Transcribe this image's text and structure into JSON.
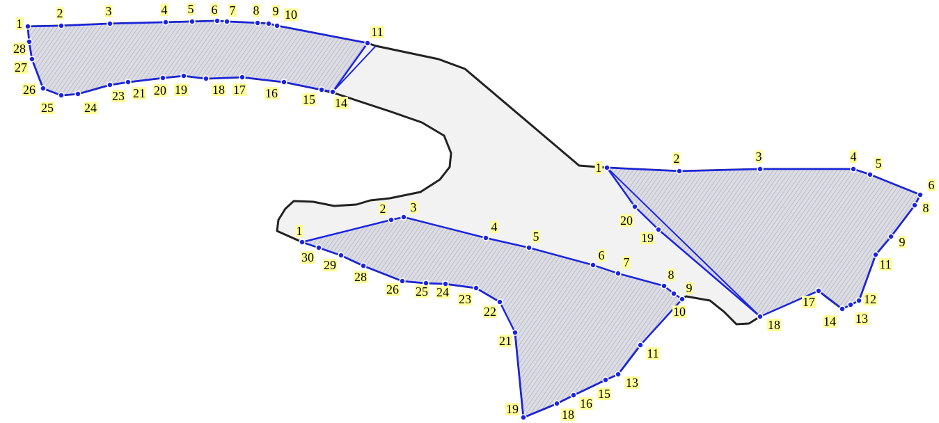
{
  "colors": {
    "outline_stroke": "#222222",
    "outline_fill": "#f2f2f2",
    "region_stroke": "#1a24e0",
    "region_hatch_bg": "#dcdce4",
    "hatch_line": "#b0b0bc",
    "vertex": "#1a24e0",
    "label_bg": "#ffff99"
  },
  "regions": [
    {
      "name": "left-region",
      "vertices": [
        {
          "label": "1"
        },
        {
          "label": "2"
        },
        {
          "label": "3"
        },
        {
          "label": "4"
        },
        {
          "label": "5"
        },
        {
          "label": "6"
        },
        {
          "label": "7"
        },
        {
          "label": "8"
        },
        {
          "label": "9"
        },
        {
          "label": "10"
        },
        {
          "label": "11"
        },
        {
          "label": "14"
        },
        {
          "label": "15"
        },
        {
          "label": "16"
        },
        {
          "label": "17"
        },
        {
          "label": "18"
        },
        {
          "label": "19"
        },
        {
          "label": "20"
        },
        {
          "label": "21"
        },
        {
          "label": "23"
        },
        {
          "label": "24"
        },
        {
          "label": "25"
        },
        {
          "label": "26"
        },
        {
          "label": "27"
        },
        {
          "label": "28"
        }
      ]
    },
    {
      "name": "right-region",
      "vertices": [
        {
          "label": "1"
        },
        {
          "label": "2"
        },
        {
          "label": "3"
        },
        {
          "label": "4"
        },
        {
          "label": "5"
        },
        {
          "label": "6"
        },
        {
          "label": "8"
        },
        {
          "label": "9"
        },
        {
          "label": "11"
        },
        {
          "label": "12"
        },
        {
          "label": "13"
        },
        {
          "label": "14"
        },
        {
          "label": "17"
        },
        {
          "label": "18"
        },
        {
          "label": "19"
        },
        {
          "label": "20"
        }
      ]
    },
    {
      "name": "bottom-region",
      "vertices": [
        {
          "label": "1"
        },
        {
          "label": "2"
        },
        {
          "label": "3"
        },
        {
          "label": "4"
        },
        {
          "label": "5"
        },
        {
          "label": "6"
        },
        {
          "label": "7"
        },
        {
          "label": "8"
        },
        {
          "label": "9"
        },
        {
          "label": "10"
        },
        {
          "label": "11"
        },
        {
          "label": "13"
        },
        {
          "label": "15"
        },
        {
          "label": "16"
        },
        {
          "label": "18"
        },
        {
          "label": "19"
        },
        {
          "label": "21"
        },
        {
          "label": "22"
        },
        {
          "label": "23"
        },
        {
          "label": "24"
        },
        {
          "label": "25"
        },
        {
          "label": "26"
        },
        {
          "label": "28"
        },
        {
          "label": "29"
        },
        {
          "label": "30"
        }
      ]
    }
  ]
}
